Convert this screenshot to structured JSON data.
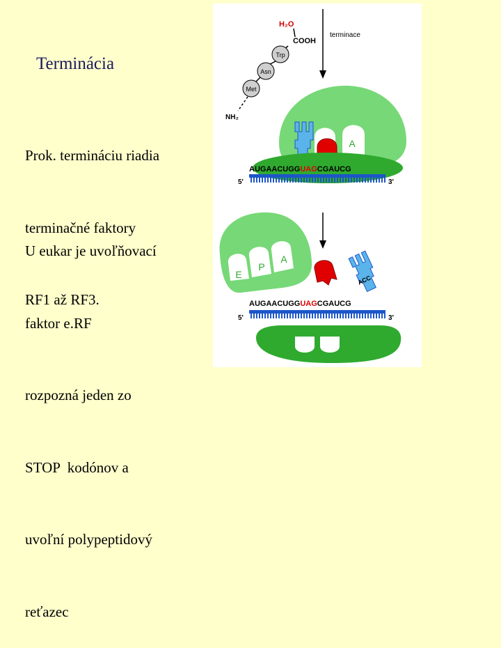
{
  "slide": {
    "title": "Terminácia",
    "block1": [
      "Prok. termináciu riadia",
      "terminačné faktory",
      "RF1 až RF3."
    ],
    "block2": [
      "U eukar je uvoľňovací",
      "faktor e.RF",
      "rozpozná jeden zo",
      "STOP  kodónov a",
      "uvoľní polypeptidový",
      "reťazec"
    ]
  },
  "figure": {
    "h2o": "H₂O",
    "cooh": "COOH",
    "terminace": "terminace",
    "aa": [
      "Trp",
      "Asn",
      "Met"
    ],
    "nh2": "NH₂",
    "site_a": "A",
    "sites": [
      "E",
      "P",
      "A"
    ],
    "acc": "ACC",
    "mrna_left": "AUGAACUGG",
    "mrna_stop": "UAG",
    "mrna_right": "CGAUCG",
    "five_prime": "5'",
    "three_prime": "3'",
    "colors": {
      "green": "#77d877",
      "green_dark": "#2faa2f",
      "blue_tick": "#1c56c9",
      "red": "#e00000",
      "tRNA": "#5ab4ea",
      "stop_text": "#e00000",
      "h2o_text": "#cc0000",
      "arrow": "#000000"
    }
  }
}
